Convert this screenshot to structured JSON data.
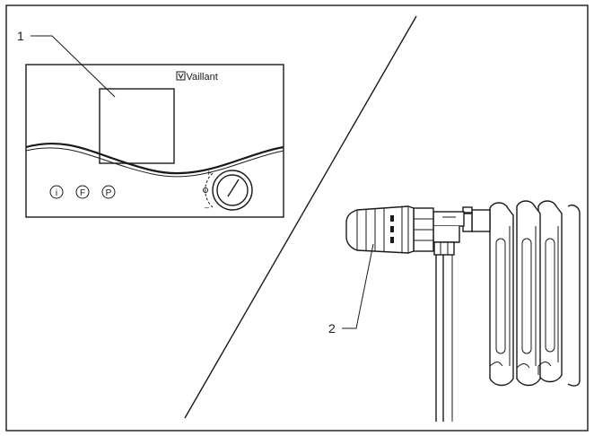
{
  "figure": {
    "callouts": {
      "one": "1",
      "two": "2"
    },
    "controller": {
      "brand": "Vaillant",
      "buttons": [
        "i",
        "F",
        "P"
      ],
      "knob_marks": {
        "plus": "+",
        "minus": "–"
      }
    },
    "colors": {
      "ink": "#1a1a1a",
      "background": "#ffffff"
    }
  }
}
